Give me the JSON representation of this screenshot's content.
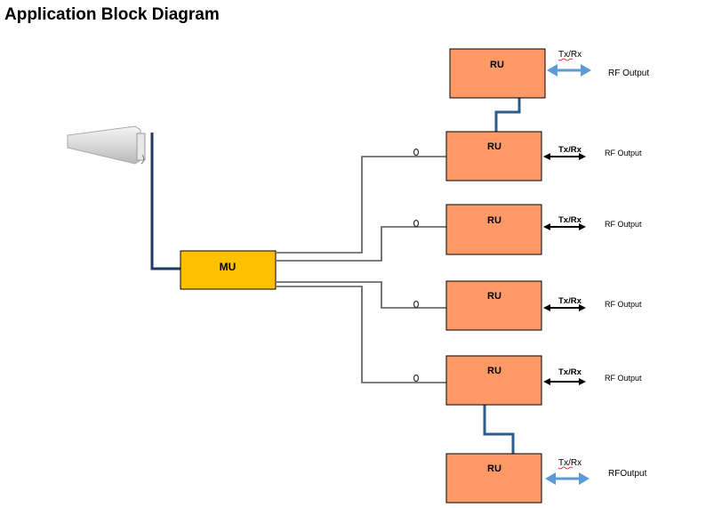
{
  "title": "Application Block Diagram",
  "mu": {
    "label": "MU"
  },
  "ru_label": "RU",
  "txrx_label": "Tx/Rx",
  "rf_output_label": "RF Output",
  "rf_output_label_alt": "RFOutput",
  "colors": {
    "mu_fill": "#FFC000",
    "ru_fill": "#FF9966",
    "antenna_cable": "#1F3864",
    "ru_link": "#2E5C8A",
    "fiber": "#555555",
    "arrow_blue": "#5B9BD5",
    "arrow_black": "#000000"
  }
}
